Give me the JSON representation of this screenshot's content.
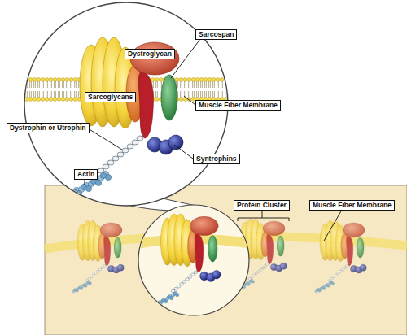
{
  "diagram": {
    "nodes": [
      {
        "text": [
          "Sarcospan"
        ]
      },
      {
        "text": [
          "Dystroglycan"
        ]
      },
      {
        "text": [
          "Sarcoglycans"
        ]
      },
      {
        "text": [
          "Muscle Fiber Membrane"
        ]
      },
      {
        "text": [
          "Dystrophin or Utrophin"
        ]
      },
      {
        "text": [
          "Syntrophins"
        ]
      },
      {
        "text": [
          "Actin"
        ]
      },
      {
        "text": [
          "Protein Cluster"
        ]
      },
      {
        "text": [
          "Muscle Fiber Membrane"
        ]
      }
    ]
  }
}
